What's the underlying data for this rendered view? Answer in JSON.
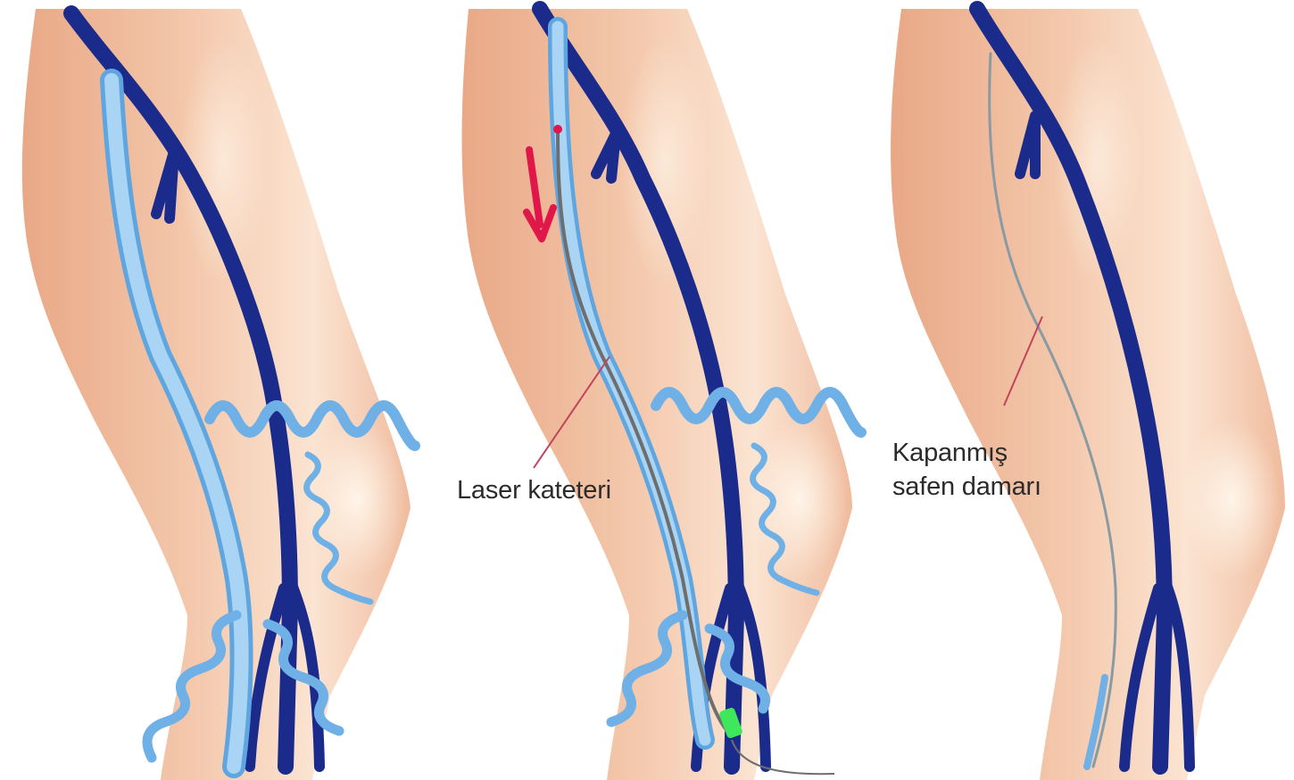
{
  "figure": {
    "panels": [
      {
        "id": "before",
        "description_key": "varicose-saphenous-vein"
      },
      {
        "id": "during",
        "description_key": "laser-catheter-ablation"
      },
      {
        "id": "after",
        "description_key": "closed-saphenous-vein"
      }
    ],
    "labels": {
      "laser_catheter": "Laser kateteri",
      "closed_vein_line1": "Kapanmış",
      "closed_vein_line2": "safen damarı"
    },
    "colors": {
      "skin": "#f2c4a6",
      "skin_shadow": "#e8a98a",
      "skin_highlight": "#fbe3cf",
      "deep_vein": "#1a2b8c",
      "saphenous_vein": "#8fc5ef",
      "saphenous_outline": "#5fa6e0",
      "catheter": "#6e6e6e",
      "arrow": "#e0184a",
      "leader_line": "#c2445c",
      "green_marker": "#3ee85a"
    }
  }
}
